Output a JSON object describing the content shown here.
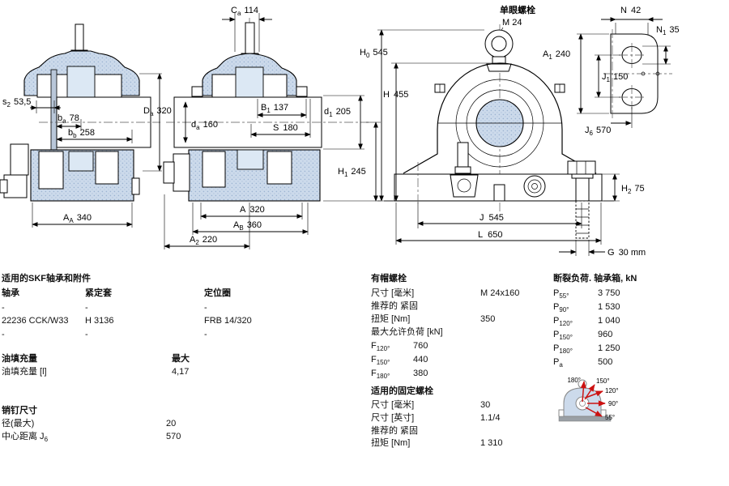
{
  "colors": {
    "housing_fill": "#ccdaeb",
    "housing_dot": "#9db4d2",
    "accent_red": "#cc1111",
    "ground_gray": "#9aa0a6"
  },
  "views": {
    "left": {
      "dims": {
        "s2": {
          "base": "s",
          "sub": "2",
          "value": "53,5"
        },
        "ba": {
          "base": "b",
          "sub": "a",
          "value": "78"
        },
        "bb": {
          "base": "b",
          "sub": "b",
          "value": "258"
        },
        "AA": {
          "base": "A",
          "sub": "A",
          "value": "340"
        },
        "Da": {
          "base": "D",
          "sub": "a",
          "value": "320"
        }
      }
    },
    "middle": {
      "dims": {
        "Ca": {
          "base": "C",
          "sub": "a",
          "value": "114"
        },
        "B1": {
          "base": "B",
          "sub": "1",
          "value": "137"
        },
        "d1": {
          "base": "d",
          "sub": "1",
          "value": "205"
        },
        "S": {
          "base": "S",
          "value": "180"
        },
        "da": {
          "base": "d",
          "sub": "a",
          "value": "160"
        },
        "H1": {
          "base": "H",
          "sub": "1",
          "value": "245"
        },
        "A": {
          "base": "A",
          "value": "320"
        },
        "AB": {
          "base": "A",
          "sub": "B",
          "value": "360"
        },
        "A2": {
          "base": "A",
          "sub": "2",
          "value": "220"
        }
      }
    },
    "front": {
      "eyebolt_label": "单眼螺栓",
      "eyebolt_size": "M 24",
      "dims": {
        "H0": {
          "base": "H",
          "sub": "0",
          "value": "545"
        },
        "H": {
          "base": "H",
          "value": "455"
        },
        "J": {
          "base": "J",
          "value": "545"
        },
        "L": {
          "base": "L",
          "value": "650"
        },
        "H2": {
          "base": "H",
          "sub": "2",
          "value": "75"
        },
        "G": {
          "base": "G",
          "value": "30 mm"
        }
      }
    },
    "plate": {
      "dims": {
        "N": {
          "base": "N",
          "value": "42"
        },
        "N1": {
          "base": "N",
          "sub": "1",
          "value": "35"
        },
        "A1": {
          "base": "A",
          "sub": "1",
          "value": "240"
        },
        "J1": {
          "base": "J",
          "sub": "1",
          "value": "150"
        },
        "J6": {
          "base": "J",
          "sub": "6",
          "value": "570"
        }
      }
    }
  },
  "tables": {
    "bearings": {
      "title": "适用的SKF轴承和附件",
      "columns": [
        "轴承",
        "紧定套",
        "定位圈"
      ],
      "rows": [
        {
          "bearing": "-",
          "sleeve": "-",
          "ring": "-"
        },
        {
          "bearing": "22236 CCK/W33",
          "sleeve": "H 3136",
          "ring": "FRB 14/320"
        },
        {
          "bearing": "-",
          "sleeve": "-",
          "ring": "-"
        }
      ]
    },
    "oil": {
      "title": "油填充量",
      "max_label": "最大",
      "row": {
        "label": "油填充量 [l]",
        "value": "4,17"
      }
    },
    "pins": {
      "title": "销钉尺寸",
      "rows": [
        {
          "label": "径(最大)",
          "sub": "",
          "value": "20"
        },
        {
          "label": "中心距离 J",
          "sub": "6",
          "value": "570"
        }
      ]
    },
    "cap_bolts": {
      "title": "有帽螺栓",
      "size": {
        "label": "尺寸 [毫米]",
        "value": "M 24x160"
      },
      "rec": "推荐的 紧固",
      "torque": {
        "label": "扭矩 [Nm]",
        "value": "350"
      },
      "max_load_label": "最大允许负荷 [kN]",
      "loads": [
        {
          "base": "F",
          "sub": "120°",
          "value": "760"
        },
        {
          "base": "F",
          "sub": "150°",
          "value": "440"
        },
        {
          "base": "F",
          "sub": "180°",
          "value": "380"
        }
      ]
    },
    "fix_bolts": {
      "title": "适用的固定螺栓",
      "rows": [
        {
          "label": "尺寸 [毫米]",
          "value": "30"
        },
        {
          "label": "尺寸 [英寸]",
          "value": "1.1/4"
        },
        {
          "label": "推荐的 紧固",
          "value": ""
        },
        {
          "label": "扭矩 [Nm]",
          "value": "1 310"
        }
      ]
    },
    "breaking": {
      "title": "断裂负荷. 轴承箱, kN",
      "rows": [
        {
          "base": "P",
          "sub": "55°",
          "value": "3 750"
        },
        {
          "base": "P",
          "sub": "90°",
          "value": "1 530"
        },
        {
          "base": "P",
          "sub": "120°",
          "value": "1 040"
        },
        {
          "base": "P",
          "sub": "150°",
          "value": "960"
        },
        {
          "base": "P",
          "sub": "180°",
          "value": "1 250"
        },
        {
          "base": "P",
          "sub": "a",
          "value": "500"
        }
      ]
    }
  },
  "load_diagram": {
    "angles": [
      "180°",
      "150°",
      "120°",
      "90°",
      "55°"
    ]
  }
}
